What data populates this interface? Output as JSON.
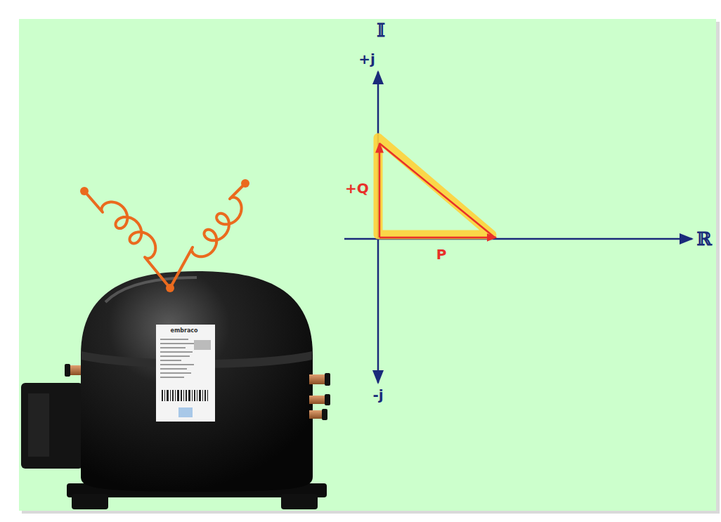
{
  "diagram": {
    "labels": [
      "𝕀",
      "+j",
      "ℝ",
      "+Q",
      "P",
      "-j",
      "embraco"
    ]
  }
}
